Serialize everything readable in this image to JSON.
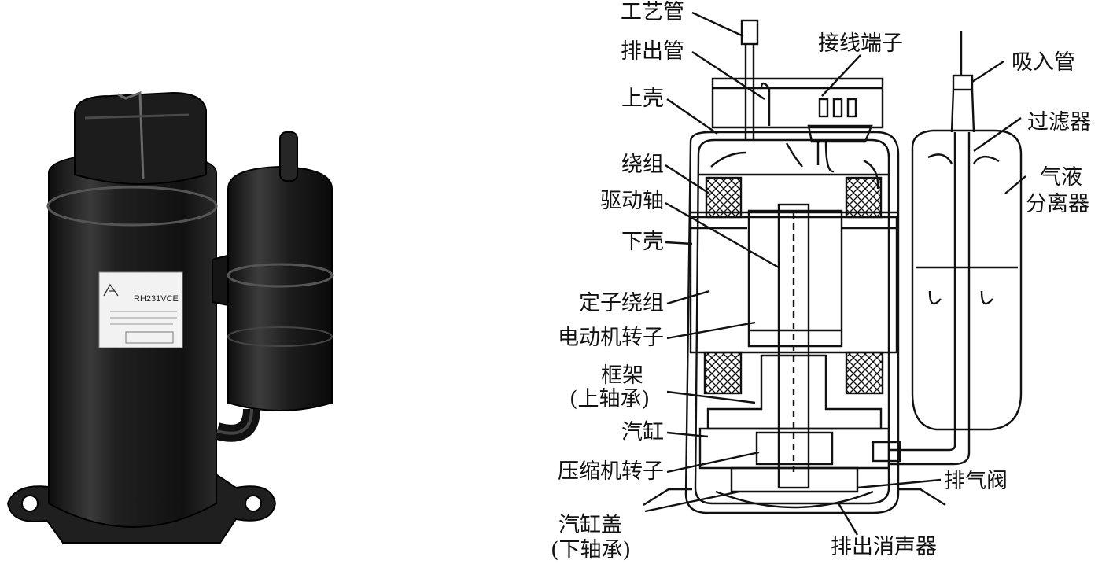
{
  "photo": {
    "label_model": "RH231VCE"
  },
  "labels_left": {
    "process_tube": "工艺管",
    "discharge_tube": "排出管",
    "upper_shell": "上壳",
    "winding": "绕组",
    "drive_shaft": "驱动轴",
    "lower_shell": "下壳",
    "stator_winding": "定子绕组",
    "motor_rotor": "电动机转子",
    "frame": "框架",
    "upper_bearing": "(上轴承)",
    "cylinder": "汽缸",
    "compressor_rotor": "压缩机转子",
    "cylinder_cover": "汽缸盖",
    "lower_bearing": "(下轴承)"
  },
  "labels_right": {
    "terminal": "接线端子",
    "suction_tube": "吸入管",
    "filter": "过滤器",
    "separator_line1": "气液",
    "separator_line2": "分离器",
    "discharge_valve": "排气阀",
    "discharge_muffler": "排出消声器"
  },
  "colors": {
    "line": "#111111",
    "photo_body": "#1a1a1a",
    "photo_highlight": "#6a6a6a",
    "sticker": "#f2f2f2"
  }
}
